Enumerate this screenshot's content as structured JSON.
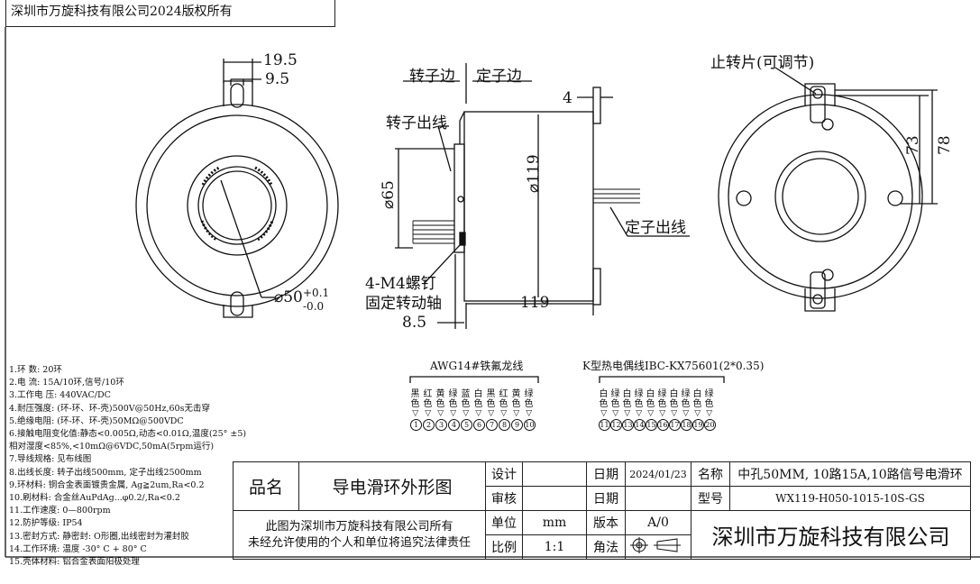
{
  "header": {
    "copyright": "深圳市万旋科技有限公司2024版权所有"
  },
  "front_view": {
    "dim_19_5": "19.5",
    "dim_9_5": "9.5",
    "bore": "⌀50",
    "tol_plus": "+0.1",
    "tol_minus": "-0.0"
  },
  "side_view": {
    "rotor_side": "转子边",
    "stator_side": "定子边",
    "rotor_outlet": "转子出线",
    "stator_outlet": "定子出线",
    "dim_4": "4",
    "dia_65": "⌀65",
    "dia_119": "⌀119",
    "screw": "4-M4螺钉",
    "fix_shaft": "固定转动轴",
    "len_119": "119",
    "dim_8_5": "8.5"
  },
  "rear_view": {
    "stopper": "止转片(可调节)",
    "dim_73": "73",
    "dim_78": "78"
  },
  "wires": {
    "awg_title": "AWG14#铁氟龙线",
    "k_title": "K型热电偶线IBC-KX75601(2*0.35)",
    "awg_colors": [
      "黑色",
      "红色",
      "黄色",
      "绿色",
      "蓝色",
      "白色",
      "黑色",
      "红色",
      "黄色",
      "绿色"
    ],
    "awg_numbers": [
      "1",
      "2",
      "3",
      "4",
      "5",
      "6",
      "7",
      "8",
      "9",
      "10"
    ],
    "k_colors": [
      "白色",
      "绿色",
      "白色",
      "绿色",
      "白色",
      "绿色",
      "白色",
      "绿色",
      "白色",
      "绿色"
    ],
    "k_numbers": [
      "11",
      "12",
      "13",
      "14",
      "15",
      "16",
      "17",
      "18",
      "19",
      "20"
    ]
  },
  "specs": [
    "1.环  数: 20环",
    "2.电  流: 15A/10环,信号/10环",
    "3.工作电  压: 440VAC/DC",
    "4.耐压强度: (环-环、环-壳)500V@50Hz,60s无击穿",
    "5.绝缘电阻: (环-环、环-壳)50MΩ@500VDC",
    "6.接触电阻变化值:静态<0.005Ω,动态<0.01Ω,温度(25°  ±5)",
    "   相对湿度<85%,<10mΩ@6VDC,50mA(5rpm运行)",
    "7.导线规格: 见布线图",
    "8.出线长度: 转子出线500mm, 定子出线2500mm",
    "9.环材料: 铜合金表面镀贵金属, Ag≧2um,Ra<0.2",
    "10.刷材料: 合金丝AuPdAg...φ0.2/,Ra<0.2",
    "11.工作速度: 0—800rpm",
    "12.防护等级: IP54",
    "13.密封方式: 静密封: O形圈,出线密封为灌封胶",
    "14.工作环境: 温度 -30° C + 80° C",
    "15.壳体材料: 铝合金表面阳极处理"
  ],
  "title_block": {
    "name_label": "品名",
    "name_value": "导电滑环外形图",
    "design": "设计",
    "review": "审核",
    "unit": "单位",
    "unit_value": "mm",
    "ratio": "比例",
    "ratio_value": "1:1",
    "date": "日期",
    "date_value": "2024/01/23",
    "date2": "日期",
    "version": "版本",
    "version_value": "A/0",
    "angle": "角法",
    "title_label": "名称",
    "title_value": "中孔50MM, 10路15A,10路信号电滑环",
    "model_label": "型号",
    "model_value": "WX119-H050-1015-10S-GS",
    "ownership_1": "此图为深圳市万旋科技有限公司所有",
    "ownership_2": "未经允许使用的个人和单位将追究法律责任",
    "company": "深圳市万旋科技有限公司"
  }
}
